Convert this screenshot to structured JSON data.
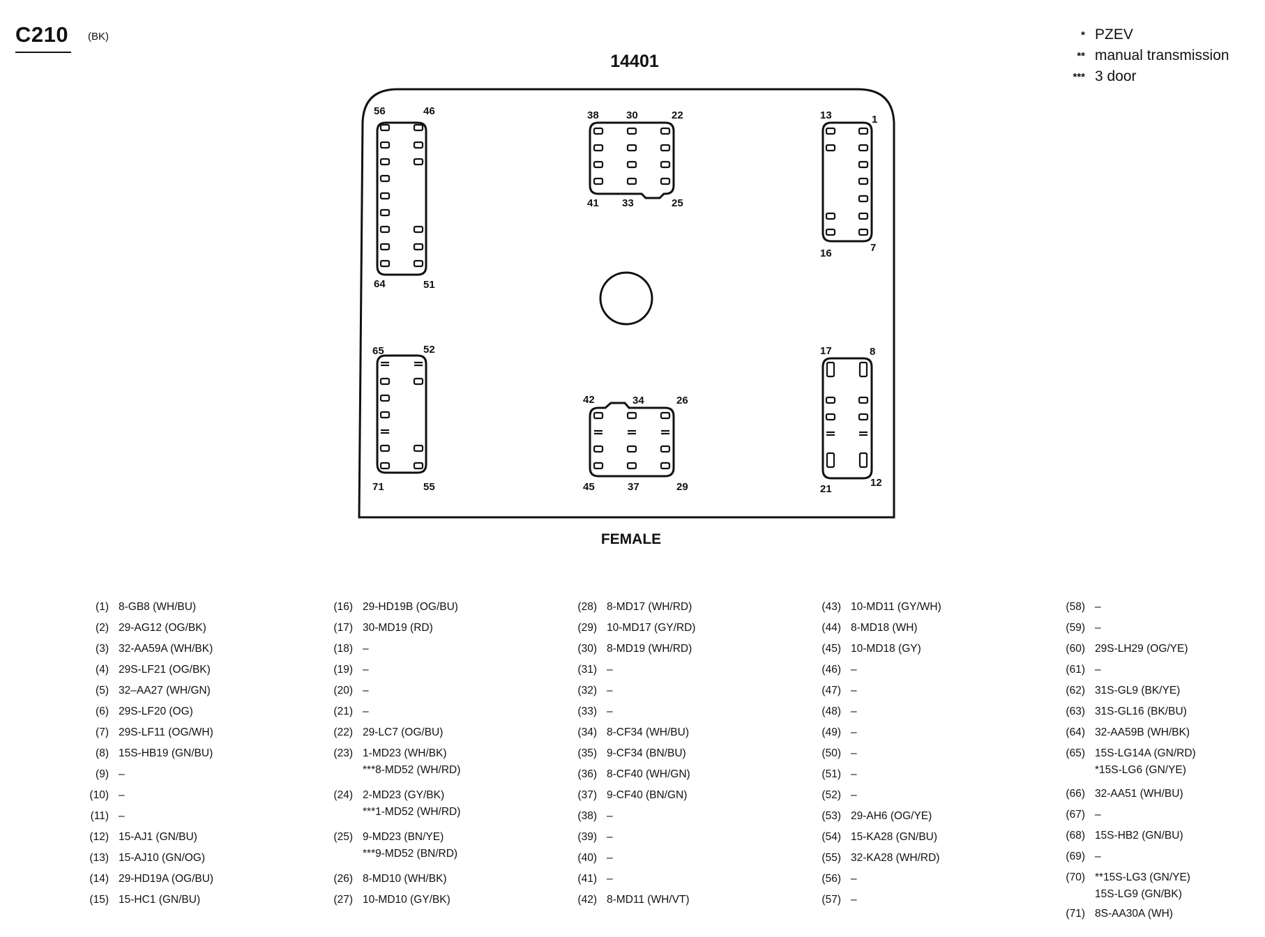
{
  "header": {
    "connector_id": "C210",
    "color_code": "(BK)"
  },
  "part_number": "14401",
  "gender_label": "FEMALE",
  "legend": [
    {
      "symbol": "*",
      "text": "PZEV"
    },
    {
      "symbol": "**",
      "text": "manual transmission"
    },
    {
      "symbol": "***",
      "text": "3 door"
    }
  ],
  "cavity_labels": {
    "56": "56",
    "46": "46",
    "64": "64",
    "51": "51",
    "38": "38",
    "30": "30",
    "22": "22",
    "41": "41",
    "33": "33",
    "25": "25",
    "13": "13",
    "1": "1",
    "16": "16",
    "7": "7",
    "65": "65",
    "52": "52",
    "71": "71",
    "55": "55",
    "42": "42",
    "34": "34",
    "26": "26",
    "45": "45",
    "37": "37",
    "29": "29",
    "17": "17",
    "8": "8",
    "21": "21",
    "12": "12"
  },
  "pin_columns": [
    [
      {
        "num": "(1)",
        "lines": [
          "8-GB8 (WH/BU)"
        ]
      },
      {
        "num": "(2)",
        "lines": [
          "29-AG12 (OG/BK)"
        ]
      },
      {
        "num": "(3)",
        "lines": [
          "32-AA59A (WH/BK)"
        ]
      },
      {
        "num": "(4)",
        "lines": [
          "29S-LF21 (OG/BK)"
        ]
      },
      {
        "num": "(5)",
        "lines": [
          "32–AA27 (WH/GN)"
        ]
      },
      {
        "num": "(6)",
        "lines": [
          "29S-LF20 (OG)"
        ]
      },
      {
        "num": "(7)",
        "lines": [
          "29S-LF11 (OG/WH)"
        ]
      },
      {
        "num": "(8)",
        "lines": [
          "15S-HB19 (GN/BU)"
        ]
      },
      {
        "num": "(9)",
        "lines": [
          "–"
        ]
      },
      {
        "num": "(10)",
        "lines": [
          "–"
        ]
      },
      {
        "num": "(11)",
        "lines": [
          "–"
        ]
      },
      {
        "num": "(12)",
        "lines": [
          "15-AJ1 (GN/BU)"
        ]
      },
      {
        "num": "(13)",
        "lines": [
          "15-AJ10 (GN/OG)"
        ]
      },
      {
        "num": "(14)",
        "lines": [
          "29-HD19A (OG/BU)"
        ]
      },
      {
        "num": "(15)",
        "lines": [
          "15-HC1 (GN/BU)"
        ]
      }
    ],
    [
      {
        "num": "(16)",
        "lines": [
          "29-HD19B (OG/BU)"
        ]
      },
      {
        "num": "(17)",
        "lines": [
          "30-MD19 (RD)"
        ]
      },
      {
        "num": "(18)",
        "lines": [
          "–"
        ]
      },
      {
        "num": "(19)",
        "lines": [
          "–"
        ]
      },
      {
        "num": "(20)",
        "lines": [
          "–"
        ]
      },
      {
        "num": "(21)",
        "lines": [
          "–"
        ]
      },
      {
        "num": "(22)",
        "lines": [
          "29-LC7 (OG/BU)"
        ]
      },
      {
        "num": "(23)",
        "lines": [
          "1-MD23 (WH/BK)",
          "***8-MD52 (WH/RD)"
        ]
      },
      {
        "num": "(24)",
        "lines": [
          "2-MD23 (GY/BK)",
          "***1-MD52 (WH/RD)"
        ]
      },
      {
        "num": "(25)",
        "lines": [
          "9-MD23 (BN/YE)",
          "***9-MD52 (BN/RD)"
        ]
      },
      {
        "num": "(26)",
        "lines": [
          "8-MD10 (WH/BK)"
        ]
      },
      {
        "num": "(27)",
        "lines": [
          "10-MD10 (GY/BK)"
        ]
      }
    ],
    [
      {
        "num": "(28)",
        "lines": [
          "8-MD17 (WH/RD)"
        ]
      },
      {
        "num": "(29)",
        "lines": [
          "10-MD17 (GY/RD)"
        ]
      },
      {
        "num": "(30)",
        "lines": [
          "8-MD19 (WH/RD)"
        ]
      },
      {
        "num": "(31)",
        "lines": [
          "–"
        ]
      },
      {
        "num": "(32)",
        "lines": [
          "–"
        ]
      },
      {
        "num": "(33)",
        "lines": [
          "–"
        ]
      },
      {
        "num": "(34)",
        "lines": [
          "8-CF34 (WH/BU)"
        ]
      },
      {
        "num": "(35)",
        "lines": [
          "9-CF34 (BN/BU)"
        ]
      },
      {
        "num": "(36)",
        "lines": [
          "8-CF40 (WH/GN)"
        ]
      },
      {
        "num": "(37)",
        "lines": [
          "9-CF40 (BN/GN)"
        ]
      },
      {
        "num": "(38)",
        "lines": [
          "–"
        ]
      },
      {
        "num": "(39)",
        "lines": [
          "–"
        ]
      },
      {
        "num": "(40)",
        "lines": [
          "–"
        ]
      },
      {
        "num": "(41)",
        "lines": [
          "–"
        ]
      },
      {
        "num": "(42)",
        "lines": [
          "8-MD11 (WH/VT)"
        ]
      }
    ],
    [
      {
        "num": "(43)",
        "lines": [
          "10-MD11 (GY/WH)"
        ]
      },
      {
        "num": "(44)",
        "lines": [
          "8-MD18 (WH)"
        ]
      },
      {
        "num": "(45)",
        "lines": [
          "10-MD18 (GY)"
        ]
      },
      {
        "num": "(46)",
        "lines": [
          "–"
        ]
      },
      {
        "num": "(47)",
        "lines": [
          "–"
        ]
      },
      {
        "num": "(48)",
        "lines": [
          "–"
        ]
      },
      {
        "num": "(49)",
        "lines": [
          "–"
        ]
      },
      {
        "num": "(50)",
        "lines": [
          "–"
        ]
      },
      {
        "num": "(51)",
        "lines": [
          "–"
        ]
      },
      {
        "num": "(52)",
        "lines": [
          "–"
        ]
      },
      {
        "num": "(53)",
        "lines": [
          "29-AH6 (OG/YE)"
        ]
      },
      {
        "num": "(54)",
        "lines": [
          "15-KA28 (GN/BU)"
        ]
      },
      {
        "num": "(55)",
        "lines": [
          "32-KA28 (WH/RD)"
        ]
      },
      {
        "num": "(56)",
        "lines": [
          "–"
        ]
      },
      {
        "num": "(57)",
        "lines": [
          "–"
        ]
      }
    ],
    [
      {
        "num": "(58)",
        "lines": [
          "–"
        ]
      },
      {
        "num": "(59)",
        "lines": [
          "–"
        ]
      },
      {
        "num": "(60)",
        "lines": [
          "29S-LH29 (OG/YE)"
        ]
      },
      {
        "num": "(61)",
        "lines": [
          "–"
        ]
      },
      {
        "num": "(62)",
        "lines": [
          "31S-GL9 (BK/YE)"
        ]
      },
      {
        "num": "(63)",
        "lines": [
          "31S-GL16 (BK/BU)"
        ]
      },
      {
        "num": "(64)",
        "lines": [
          "32-AA59B (WH/BK)"
        ]
      },
      {
        "num": "(65)",
        "lines": [
          "15S-LG14A (GN/RD)",
          "*15S-LG6 (GN/YE)"
        ]
      },
      {
        "num": "(66)",
        "lines": [
          "32-AA51 (WH/BU)"
        ]
      },
      {
        "num": "(67)",
        "lines": [
          "–"
        ]
      },
      {
        "num": "(68)",
        "lines": [
          "15S-HB2 (GN/BU)"
        ]
      },
      {
        "num": "(69)",
        "lines": [
          "–"
        ]
      },
      {
        "num": "(70)",
        "lines": [
          "**15S-LG3 (GN/YE)",
          "15S-LG9 (GN/BK)"
        ]
      },
      {
        "num": "(71)",
        "lines": [
          "8S-AA30A (WH)"
        ]
      }
    ]
  ]
}
